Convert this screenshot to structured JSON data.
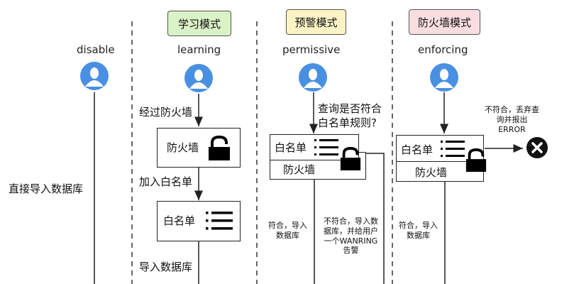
{
  "colors": {
    "avatar": "#4a90e2",
    "learning_box": "#d9f2c6",
    "warning_box": "#fbf3c4",
    "firewall_box": "#fadde1",
    "line": "#222222",
    "dashed": "#333333"
  },
  "columns": {
    "disable": {
      "mode": "disable",
      "action": "直接导入数据库"
    },
    "learning": {
      "title": "学习模式",
      "mode": "learning",
      "step1": "经过防火墙",
      "firewall": "防火墙",
      "step2": "加入白名单",
      "whitelist": "白名单",
      "step3": "导入数据库"
    },
    "permissive": {
      "title": "预警模式",
      "mode": "permissive",
      "question": "查询是否符合\n白名单规则?",
      "whitelist": "白名单",
      "firewall": "防火墙",
      "match": "符合，导入\n数据库",
      "nomatch": "不符合，导入数\n据库，并给用户\n一个WANRING\n告警"
    },
    "enforcing": {
      "title": "防火墙模式",
      "mode": "enforcing",
      "whitelist": "白名单",
      "firewall": "防火墙",
      "match": "符合，导入\n数据库",
      "reject": "不符合，丢弃查\n询并报出\nERROR"
    }
  },
  "icons": [
    "user-avatar-icon",
    "padlock-icon",
    "list-icon",
    "reject-x-icon"
  ]
}
